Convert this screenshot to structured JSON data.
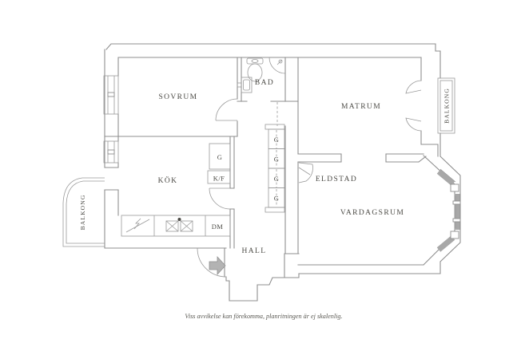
{
  "plan": {
    "labels": {
      "sovrum": "SOVRUM",
      "bad": "BAD",
      "matrum": "MATRUM",
      "kok": "KÖK",
      "eldstad": "ELDSTAD",
      "vardagsrum": "VARDAGSRUM",
      "hall": "HALL",
      "balkong": "BALKONG",
      "wardrobe": "G",
      "fridge_freezer": "K/F",
      "dishwasher": "DM"
    },
    "footnote": "Viss avvikelse kan förekomma, planritningen är ej skalenlig.",
    "colors": {
      "wall_line": "#8f8f8f",
      "label_text": "#4c4b46",
      "window_glass": "#a8a8a8",
      "entrance_arrow": "#b3b3b3",
      "background": "#ffffff"
    }
  }
}
